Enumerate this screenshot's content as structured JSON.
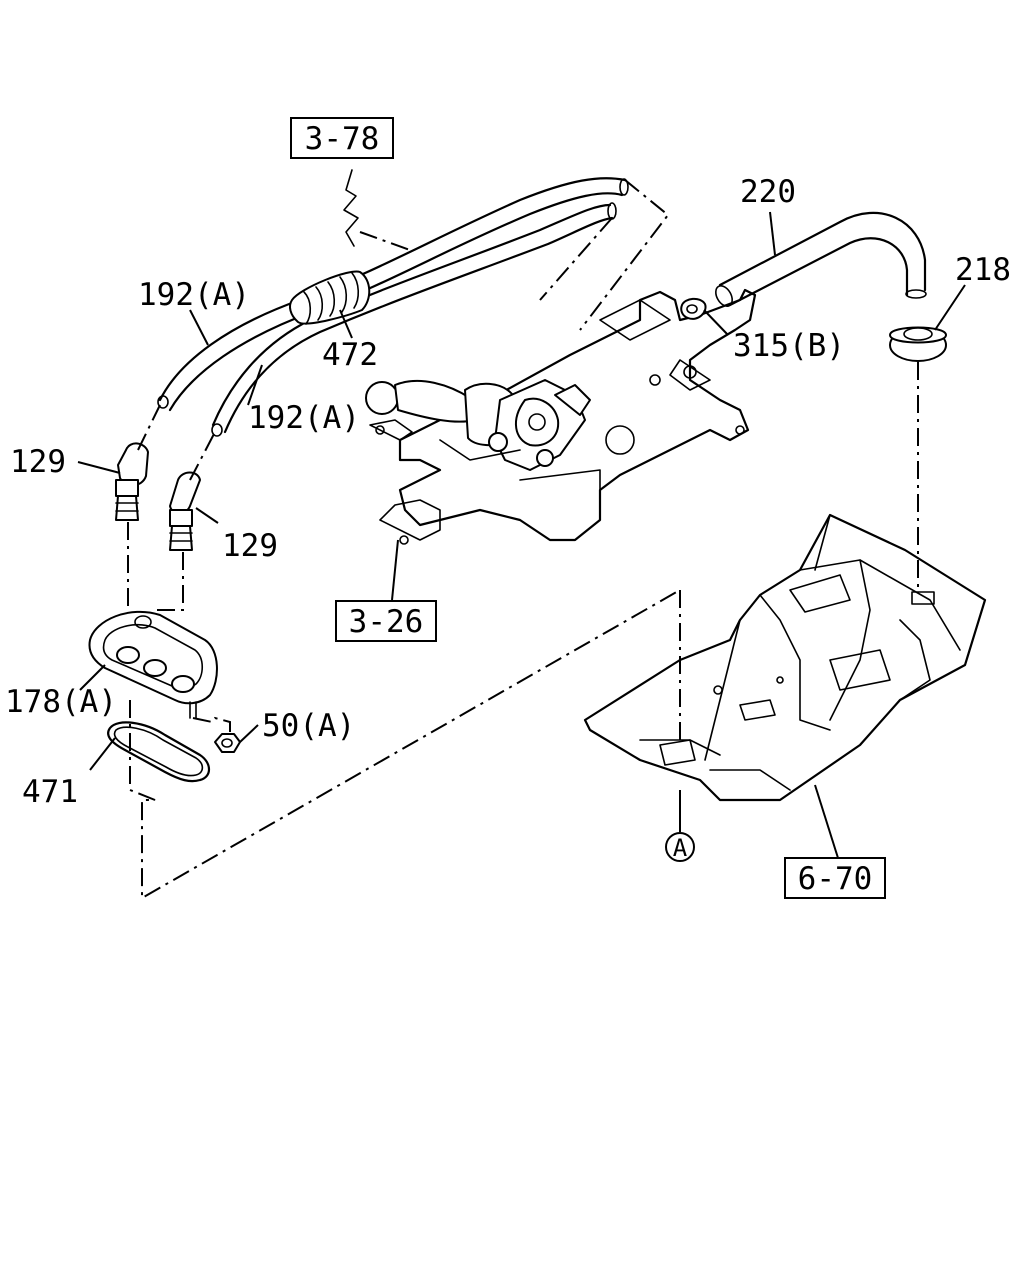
{
  "labels": {
    "ref_3_78": "3-78",
    "ref_3_26": "3-26",
    "ref_6_70": "6-70",
    "p192a_top": "192(A)",
    "p192a_mid": "192(A)",
    "p472": "472",
    "p129_left": "129",
    "p129_right": "129",
    "p220": "220",
    "p218": "218",
    "p315b": "315(B)",
    "p178a": "178(A)",
    "p50a": "50(A)",
    "p471": "471",
    "circle_a": "A"
  }
}
